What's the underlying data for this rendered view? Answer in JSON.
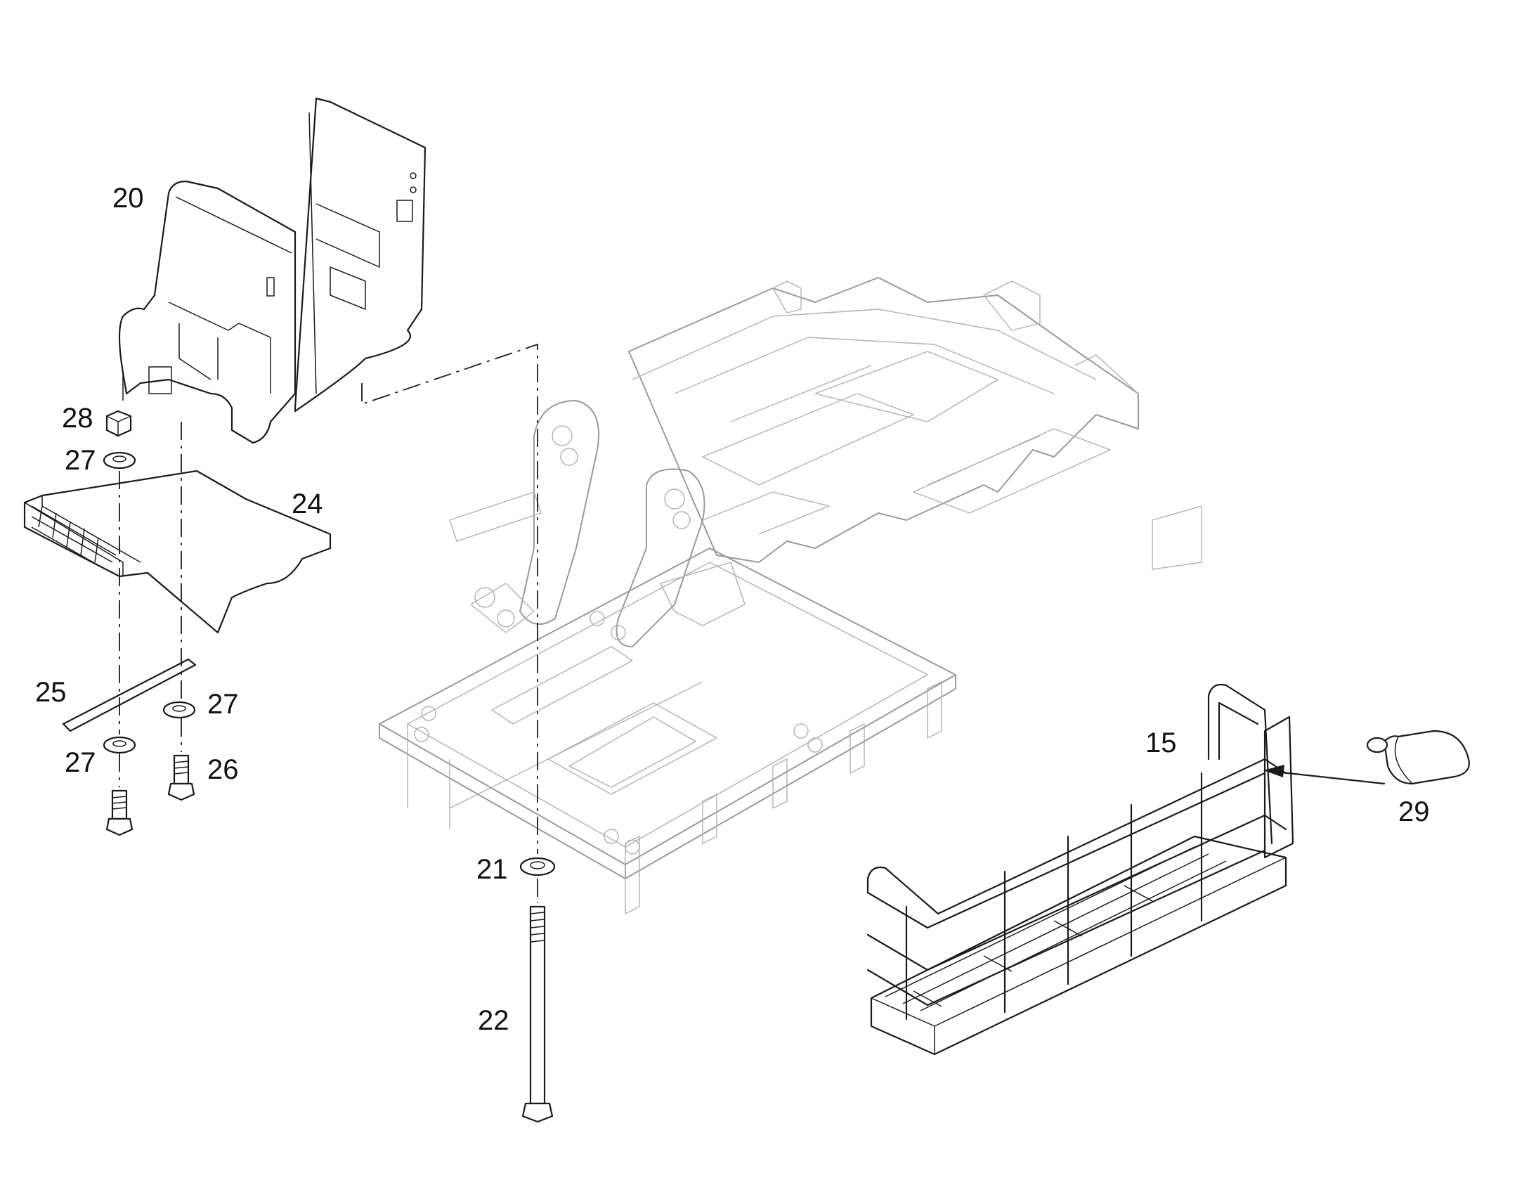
{
  "parts": [
    {
      "id": "part-15",
      "label": "15"
    },
    {
      "id": "part-20",
      "label": "20"
    },
    {
      "id": "part-21",
      "label": "21"
    },
    {
      "id": "part-22",
      "label": "22"
    },
    {
      "id": "part-24",
      "label": "24"
    },
    {
      "id": "part-25",
      "label": "25"
    },
    {
      "id": "part-26",
      "label": "26"
    },
    {
      "id": "part-27a",
      "label": "27"
    },
    {
      "id": "part-27b",
      "label": "27"
    },
    {
      "id": "part-27c",
      "label": "27"
    },
    {
      "id": "part-28",
      "label": "28"
    },
    {
      "id": "part-29",
      "label": "29"
    }
  ],
  "colors": {
    "line": "#1a1a1a",
    "frame_ghost": "#9a9a9a",
    "background": "#ffffff"
  }
}
